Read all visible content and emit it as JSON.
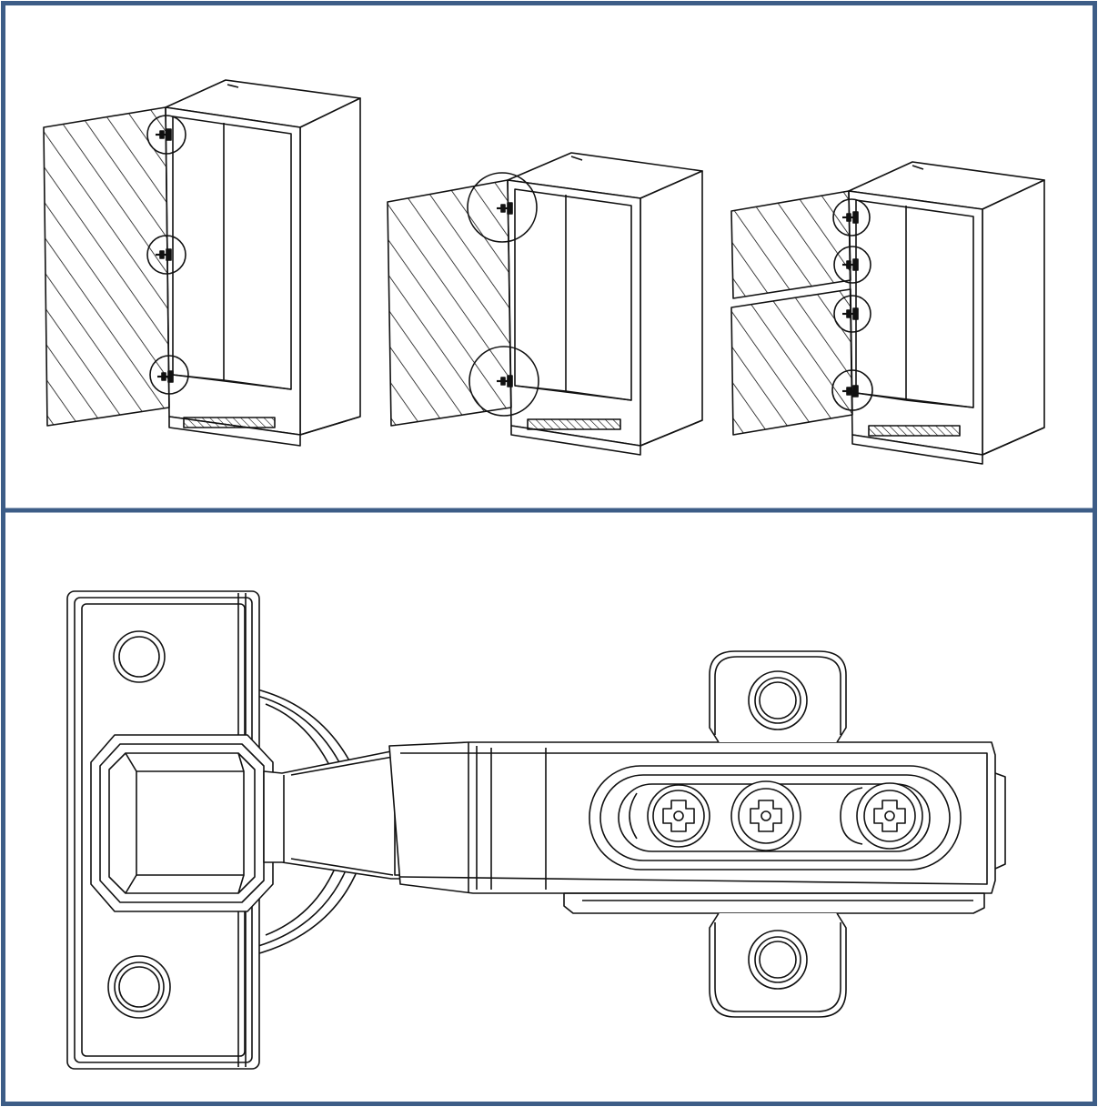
{
  "figure": {
    "frame_color": "#3d5d87",
    "line_color": "#111111",
    "panels": [
      {
        "name": "cabinet-hinge-placement",
        "cabinets": [
          {
            "name": "tall-cabinet",
            "doors": 1,
            "hinges_per_door": [
              3
            ]
          },
          {
            "name": "medium-cabinet",
            "doors": 1,
            "hinges_per_door": [
              2
            ]
          },
          {
            "name": "two-door-cabinet",
            "doors": 2,
            "hinges_per_door": [
              2,
              2
            ]
          }
        ]
      },
      {
        "name": "hinge-top-view",
        "screws": 3,
        "mounting_plate_holes": 2,
        "cup_plate_holes": 2
      }
    ]
  }
}
